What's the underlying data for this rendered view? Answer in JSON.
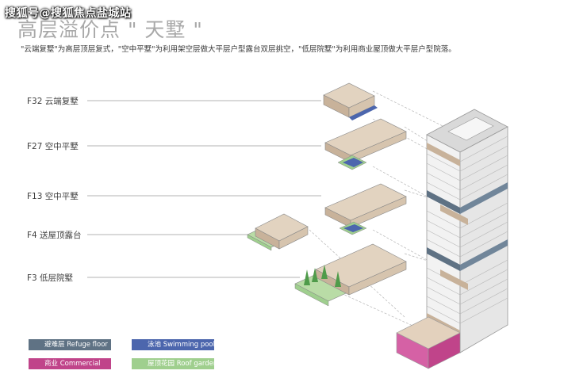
{
  "watermark": "搜狐号@搜狐焦点盐城站",
  "title": "高层溢价点 \" 天墅 \"",
  "subtitle": "\"云端复墅\"为高层顶层复式，\"空中平墅\"为利用架空层做大平层户型露台双层挑空，\"低层院墅\"为利用商业屋顶做大平层户型院落。",
  "floors": [
    {
      "label": "F32 云端复墅"
    },
    {
      "label": "F27 空中平墅"
    },
    {
      "label": "F13 空中平墅"
    },
    {
      "label": "F4 送屋顶露台"
    },
    {
      "label": "F3 低层院墅"
    }
  ],
  "legend": [
    {
      "label": "避难层 Refuge floor",
      "color": "#5f7284"
    },
    {
      "label": "泳池 Swimming pool",
      "color": "#4c66ad"
    },
    {
      "label": "商业 Commercial",
      "color": "#c0448a"
    },
    {
      "label": "屋顶花园 Roof garden",
      "color": "#9fcf8e"
    }
  ],
  "colors": {
    "slab_top": "#e2d3c0",
    "slab_side": "#c8b29a",
    "pool": "#4c66ad",
    "garden": "#b9dca6",
    "tower_front": "#f2f2f2",
    "tower_side": "#e3e3e3",
    "commercial": "#d561a5"
  }
}
